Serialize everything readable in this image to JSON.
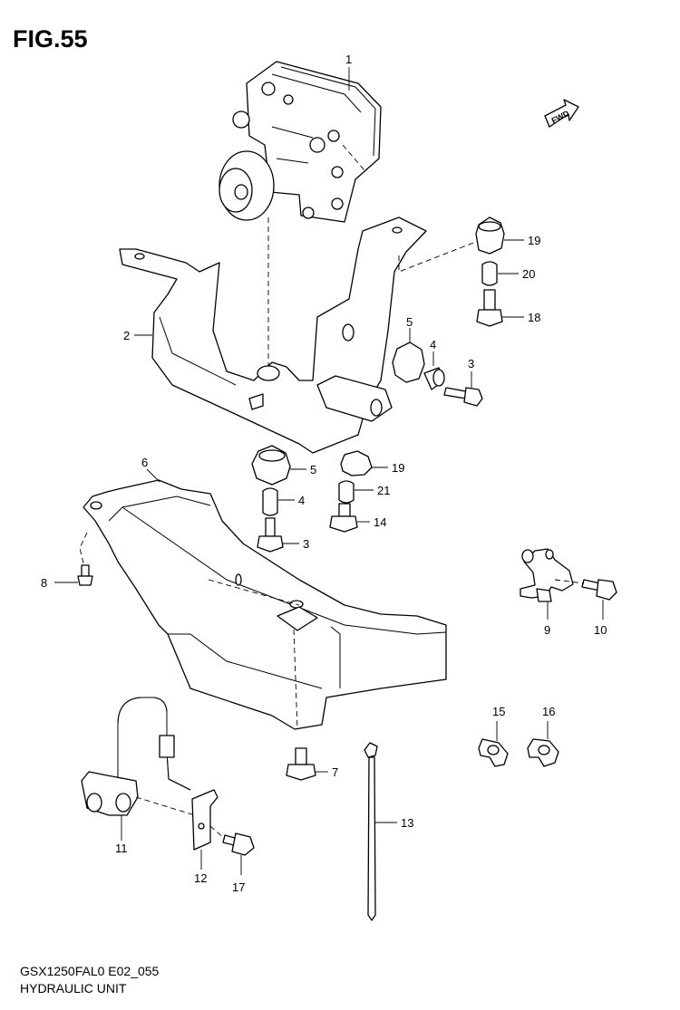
{
  "figure": {
    "title": "FIG.55",
    "model_code": "GSX1250FAL0 E02_055",
    "unit_name": "HYDRAULIC UNIT",
    "fwd_label": "FWD"
  },
  "callouts": [
    {
      "id": "c1",
      "text": "1"
    },
    {
      "id": "c2",
      "text": "2"
    },
    {
      "id": "c3a",
      "text": "3"
    },
    {
      "id": "c3b",
      "text": "3"
    },
    {
      "id": "c4a",
      "text": "4"
    },
    {
      "id": "c4b",
      "text": "4"
    },
    {
      "id": "c5a",
      "text": "5"
    },
    {
      "id": "c5b",
      "text": "5"
    },
    {
      "id": "c6",
      "text": "6"
    },
    {
      "id": "c7",
      "text": "7"
    },
    {
      "id": "c8",
      "text": "8"
    },
    {
      "id": "c9",
      "text": "9"
    },
    {
      "id": "c10",
      "text": "10"
    },
    {
      "id": "c11",
      "text": "11"
    },
    {
      "id": "c12",
      "text": "12"
    },
    {
      "id": "c13",
      "text": "13"
    },
    {
      "id": "c14",
      "text": "14"
    },
    {
      "id": "c15",
      "text": "15"
    },
    {
      "id": "c16",
      "text": "16"
    },
    {
      "id": "c17",
      "text": "17"
    },
    {
      "id": "c18",
      "text": "18"
    },
    {
      "id": "c19a",
      "text": "19"
    },
    {
      "id": "c19b",
      "text": "19"
    },
    {
      "id": "c20",
      "text": "20"
    },
    {
      "id": "c21",
      "text": "21"
    }
  ]
}
